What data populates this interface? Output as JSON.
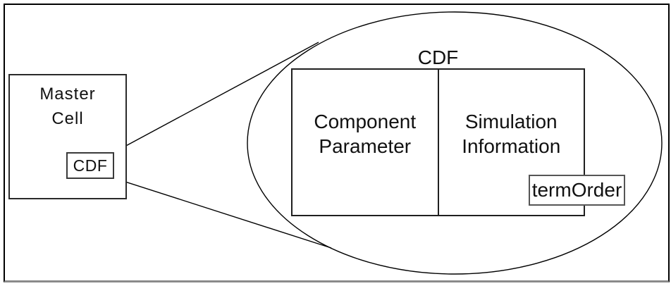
{
  "diagram": {
    "master_cell": {
      "label_line1": "Master",
      "label_line2": "Cell",
      "cdf_label": "CDF"
    },
    "magnified": {
      "title": "CDF",
      "left_cell": {
        "line1": "Component",
        "line2": "Parameter"
      },
      "right_cell": {
        "line1": "Simulation",
        "line2": "Information"
      },
      "term_order_label": "termOrder"
    },
    "colors": {
      "line": "#000000",
      "frame_bottom": "#8a8a8a",
      "box_border": "#1f1f1f",
      "background": "#ffffff"
    }
  }
}
